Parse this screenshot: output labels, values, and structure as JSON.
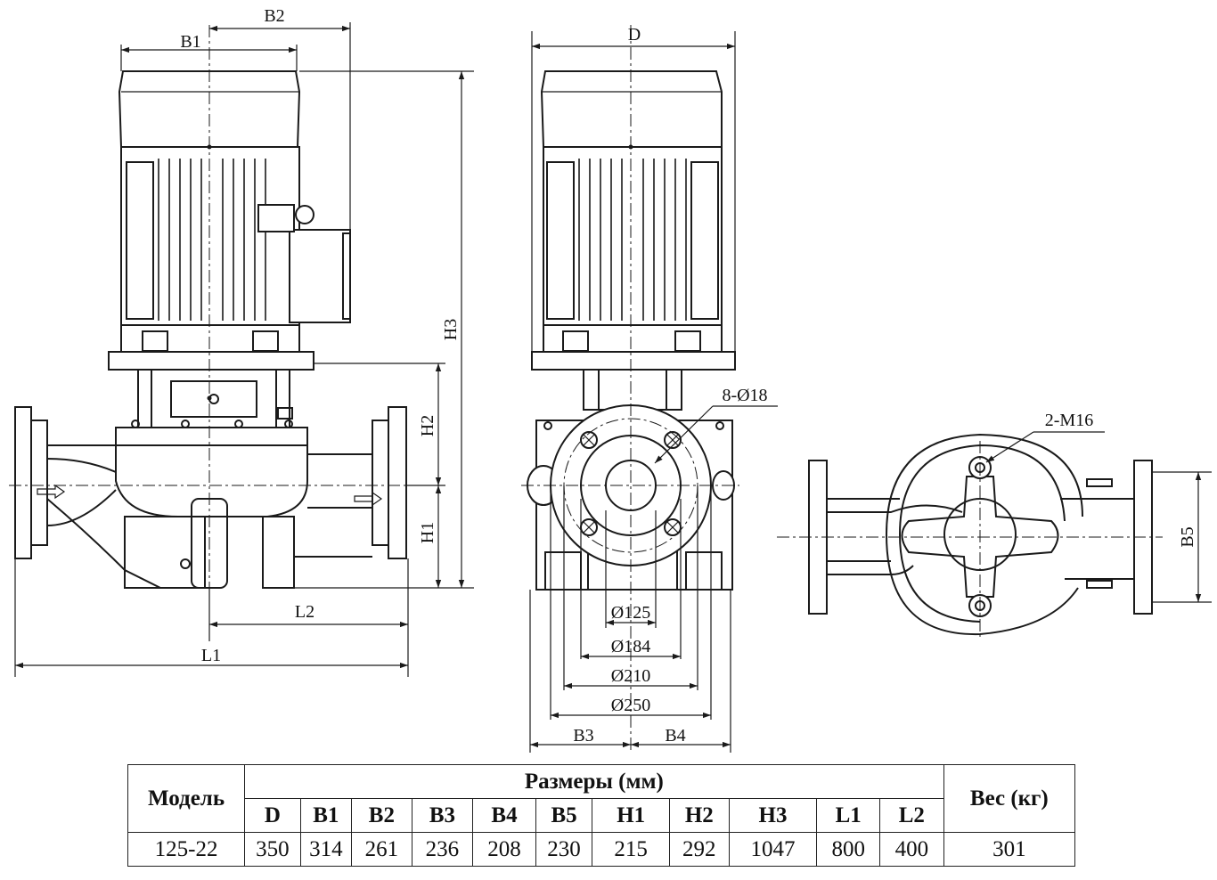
{
  "drawing": {
    "dims": {
      "B1": "B1",
      "B2": "B2",
      "H1": "H1",
      "H2": "H2",
      "H3": "H3",
      "L1": "L1",
      "L2": "L2",
      "D": "D",
      "B3": "B3",
      "B4": "B4",
      "B5": "B5"
    },
    "bolt_holes": "8-Ø18",
    "threads": "2-M16",
    "diameters": [
      "Ø125",
      "Ø184",
      "Ø210",
      "Ø250"
    ]
  },
  "table": {
    "model_header": "Модель",
    "dims_header": "Размеры (мм)",
    "weight_header": "Вес (кг)",
    "columns": [
      "D",
      "B1",
      "B2",
      "B3",
      "B4",
      "B5",
      "H1",
      "H2",
      "H3",
      "L1",
      "L2"
    ],
    "row": {
      "model": "125-22",
      "values": [
        "350",
        "314",
        "261",
        "236",
        "208",
        "230",
        "215",
        "292",
        "1047",
        "800",
        "400"
      ],
      "weight": "301"
    }
  }
}
